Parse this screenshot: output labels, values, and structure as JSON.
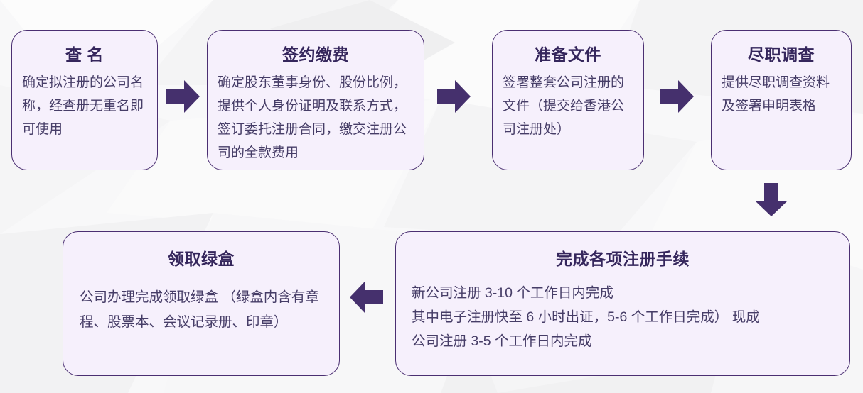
{
  "theme": {
    "card_fill": "#f6f0fc",
    "card_border": "#4b2f72",
    "title_color": "#35265c",
    "body_color": "#463d67",
    "arrow_color": "#45306d",
    "background": "#f7f7f8"
  },
  "flow": {
    "steps": [
      {
        "id": "name-check",
        "title": "查 名",
        "body": "确定拟注册的公司名 称，经查册无重名即可使用"
      },
      {
        "id": "sign-pay",
        "title": "签约缴费",
        "body": "确定股东董事身份、股份比例，提供个人身份证明及联系方式，签订委托注册合同，缴交注册公司的全款费用"
      },
      {
        "id": "prepare-docs",
        "title": "准备文件",
        "body": "签署整套公司注册的文件（提交给香港公司注册处）"
      },
      {
        "id": "due-diligence",
        "title": "尽职调查",
        "body": "提供尽职调查资料及签署申明表格"
      },
      {
        "id": "complete-registration",
        "title": "完成各项注册手续",
        "body": "新公司注册 3-10 个工作日内完成\n其中电子注册快至 6 小时出证，5-6 个工作日完成） 现成\n公司注册 3-5 个工作日内完成"
      },
      {
        "id": "collect-green-box",
        "title": "领取绿盒",
        "body": "公司办理完成领取绿盒 （绿盒内含有章程、股票本、会议记录册、印章）"
      }
    ],
    "connectors": [
      {
        "id": "connector-1",
        "icon": "arrow-right-icon",
        "from": "name-check",
        "to": "sign-pay"
      },
      {
        "id": "connector-2",
        "icon": "arrow-right-icon",
        "from": "sign-pay",
        "to": "prepare-docs"
      },
      {
        "id": "connector-3",
        "icon": "arrow-right-icon",
        "from": "prepare-docs",
        "to": "due-diligence"
      },
      {
        "id": "connector-4",
        "icon": "arrow-down-icon",
        "from": "due-diligence",
        "to": "complete-registration"
      },
      {
        "id": "connector-5",
        "icon": "arrow-left-icon",
        "from": "complete-registration",
        "to": "collect-green-box"
      }
    ]
  }
}
